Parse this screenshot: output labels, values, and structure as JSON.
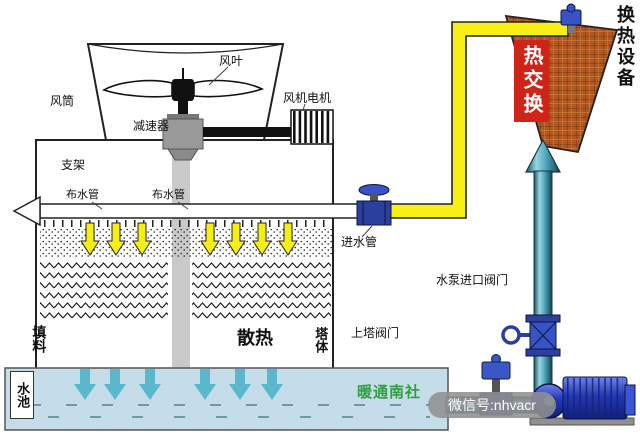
{
  "diagram": {
    "labels": {
      "wind_cylinder": "风筒",
      "fan_blade": "风叶",
      "fan_motor": "风机电机",
      "reducer": "减速器",
      "support": "支架",
      "distribution_pipe_left": "布水管",
      "distribution_pipe_right": "布水管",
      "inlet_pipe": "进水管",
      "packing": "填料",
      "heat_dissipation": "散热",
      "tower_body": "塔体",
      "upper_tower_valve": "上塔阀门",
      "pump_inlet_valve": "水泵进口阀门",
      "water_pool": "水池",
      "heat_exchanger_label": "热交换",
      "heat_exchange_equipment": "换热设备"
    },
    "watermarks": {
      "brand": "暖通南社",
      "wechat_id": "微信号:nhvacr"
    },
    "colors": {
      "hot_pipe_yellow": "#f7ef15",
      "cold_pipe_teal": "#57afc4",
      "heat_exchanger_rust": "#b2571f",
      "label_red_background": "#cf2418",
      "pool_blue": "#c4dde9",
      "pool_arrow_teal": "#5ab8cd",
      "pump_blue": "#2337b8",
      "watermark_green": "#2f9e3f"
    }
  }
}
